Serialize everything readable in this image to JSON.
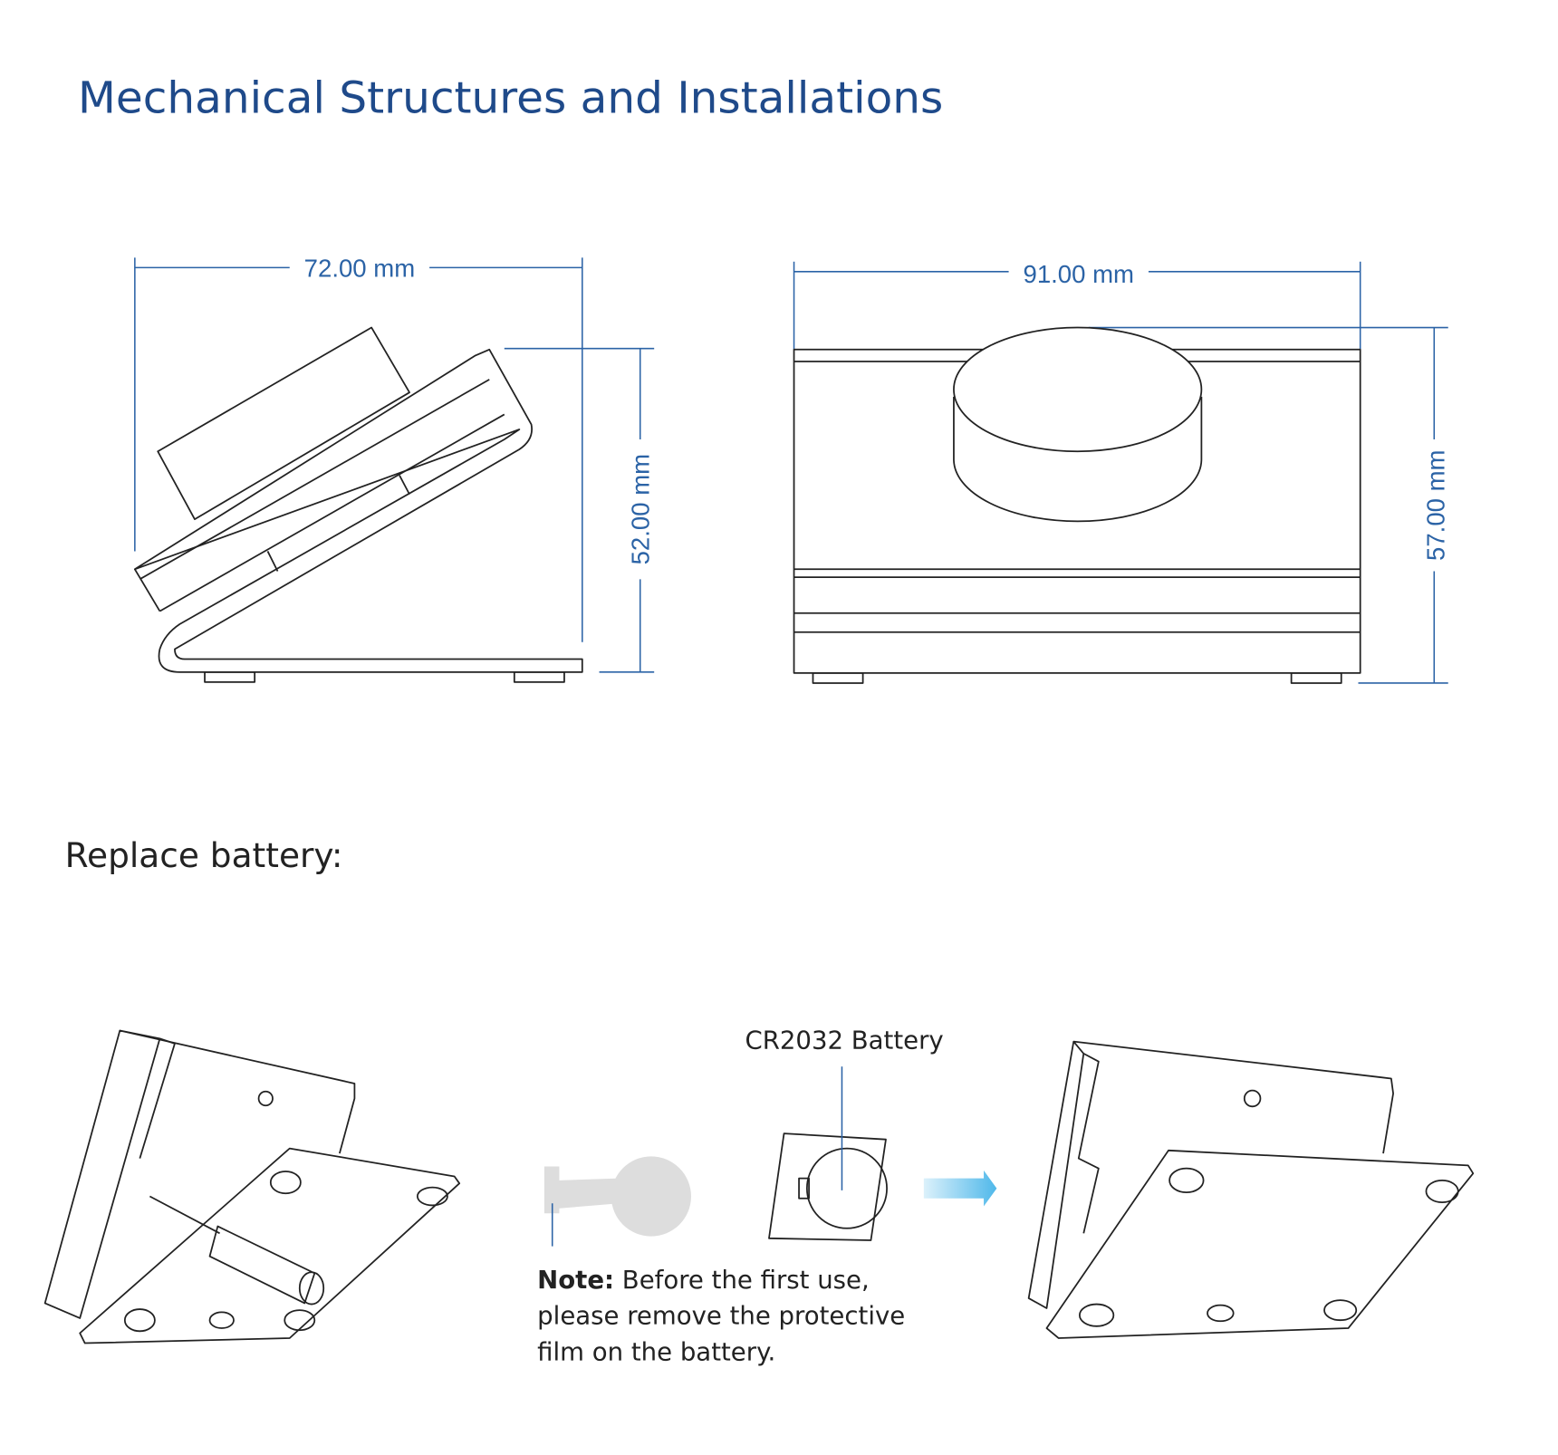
{
  "title": "Mechanical Structures and Installations",
  "dimensions": {
    "side_width": "72.00 mm",
    "side_height": "52.00 mm",
    "front_width": "91.00 mm",
    "front_height": "57.00 mm"
  },
  "replace_battery": {
    "heading": "Replace battery:",
    "battery_label": "CR2032 Battery",
    "note_label": "Note:",
    "note_line1": " Before the first use,",
    "note_line2": "please remove the protective",
    "note_line3": "film on the battery."
  },
  "colors": {
    "title": "#1f4a8a",
    "dimension": "#2b63a6",
    "arrow": "#4fb8ea"
  }
}
